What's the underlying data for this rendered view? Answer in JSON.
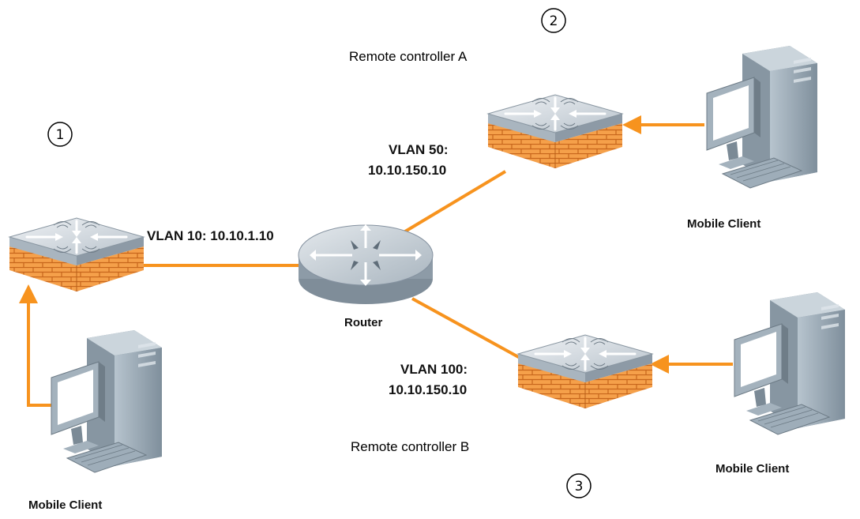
{
  "labels": {
    "step1": "1",
    "step2": "2",
    "step3": "3",
    "remote_a": "Remote controller A",
    "remote_b": "Remote controller B",
    "vlan10": "VLAN 10: 10.10.1.10",
    "vlan50_line1": "VLAN 50:",
    "vlan50_line2": "10.10.150.10",
    "vlan100_line1": "VLAN 100:",
    "vlan100_line2": "10.10.150.10",
    "router": "Router",
    "client_a": "Mobile Client",
    "client_b": "Mobile Client",
    "client_local": "Mobile Client"
  },
  "colors": {
    "link": "#f7931e",
    "brick": "#f5a04a",
    "mortar": "#c7661c",
    "switch_top": "#d7dde3",
    "switch_side": "#8d9aa6",
    "router_body": "#9aa7b2",
    "pc_body": "#9eadb9"
  }
}
